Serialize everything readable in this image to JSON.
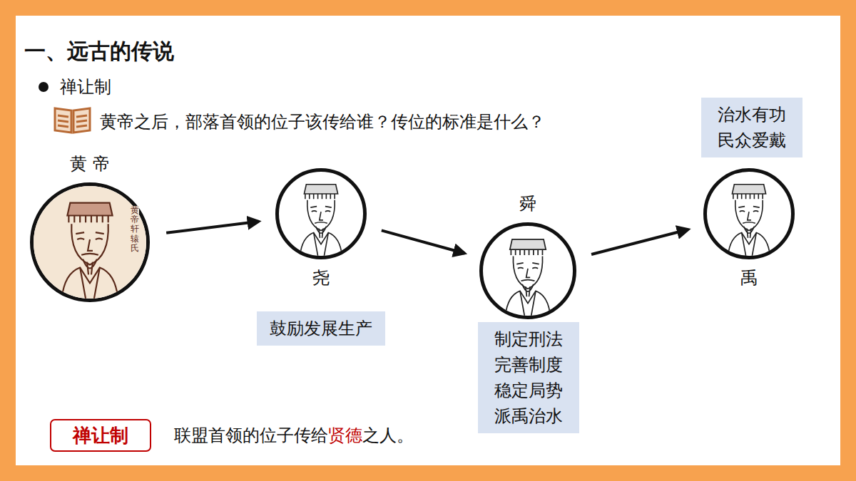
{
  "diagram": {
    "title": "一、远古的传说",
    "nodes": [
      {
        "text": [
          "黄 帝",
          "黄帝轩辕氏"
        ]
      },
      {
        "text": [
          "尧"
        ]
      },
      {
        "text": [
          "鼓励发展生产"
        ]
      },
      {
        "text": [
          "舜"
        ]
      },
      {
        "text": [
          "制定刑法 完善制度 稳定局势 派禹治水"
        ]
      },
      {
        "text": [
          "禹"
        ]
      },
      {
        "text": [
          "治水有功 民众爱戴"
        ]
      },
      {
        "text": [
          "禅让制"
        ]
      }
    ],
    "edges": [
      {
        "from": 0,
        "to": 1,
        "arrow": "to"
      },
      {
        "from": 1,
        "to": 3,
        "arrow": "to"
      },
      {
        "from": 3,
        "to": 5,
        "arrow": "to"
      }
    ],
    "labels": [
      "禅让制",
      "黄帝之后，部落首领的位子该传给谁？传位的标准是什么？",
      "联盟首领的位子传给",
      "贤德",
      "之人。"
    ]
  }
}
